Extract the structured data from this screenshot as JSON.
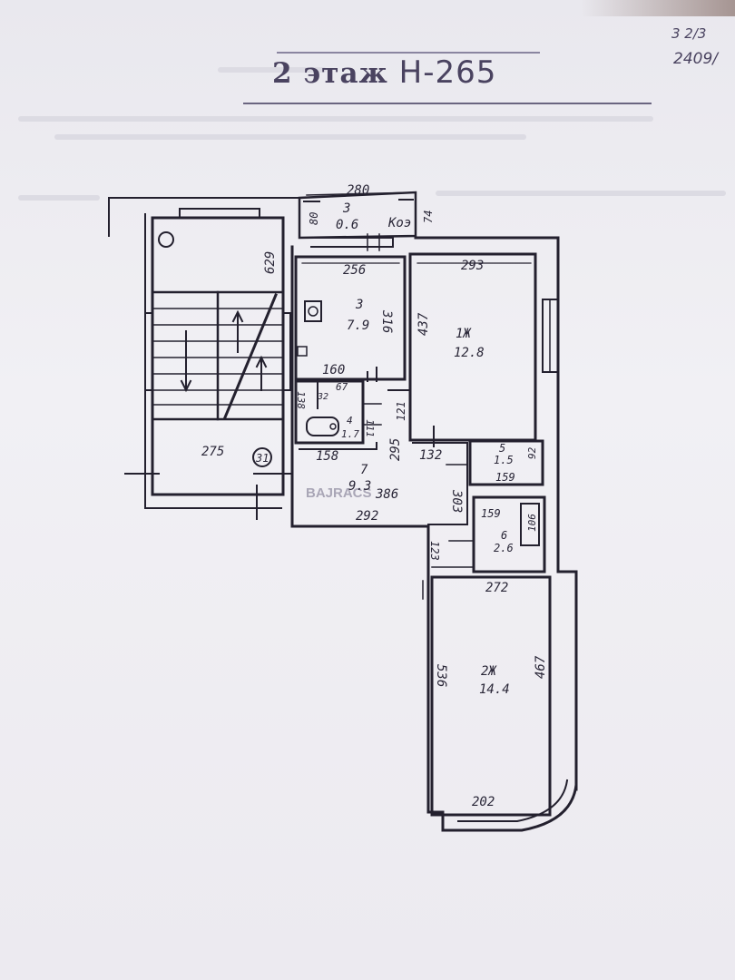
{
  "header": {
    "floor": "2 этаж",
    "inventory_no": "Н-265"
  },
  "corner_note": {
    "line1": "3  2/3",
    "line2": "2409/"
  },
  "watermark": "BAJRACS",
  "rooms": [
    {
      "id": "3a",
      "number": "3",
      "area": "0.6",
      "note": "Коэ"
    },
    {
      "id": "3",
      "number": "3",
      "area": "7.9"
    },
    {
      "id": "1zh",
      "number": "1Ж",
      "area": "12.8"
    },
    {
      "id": "4",
      "number": "4",
      "area": "1.7"
    },
    {
      "id": "5",
      "number": "5",
      "area": "1.5"
    },
    {
      "id": "6",
      "number": "6",
      "area": "2.6"
    },
    {
      "id": "7",
      "number": "7",
      "area": "9.3"
    },
    {
      "id": "2zh",
      "number": "2Ж",
      "area": "14.4"
    }
  ],
  "stair_label": "31",
  "dimensions": {
    "balcony_width": "280",
    "balcony_depth_left": "80",
    "balcony_depth_right": "74",
    "stair_height": "629",
    "stair_width": "275",
    "kitchen_width": "256",
    "kitchen_depth": "316",
    "kitchen_bottom": "160",
    "room1_width": "293",
    "room1_depth": "437",
    "bath_depth": "138",
    "bath_a": "32",
    "bath_b": "67",
    "bath_c": "111",
    "bath_d": "121",
    "hall_left": "158",
    "hall_mid": "295",
    "hall_right": "132",
    "hall_width": "386",
    "hall_bottom": "292",
    "hall_depth": "303",
    "corridor": "123",
    "room5_w": "159",
    "room5_d": "92",
    "room6_w": "159",
    "room6_d": "106",
    "room2_width": "272",
    "room2_depth_left": "536",
    "room2_depth_right": "467",
    "room2_bottom": "202"
  }
}
